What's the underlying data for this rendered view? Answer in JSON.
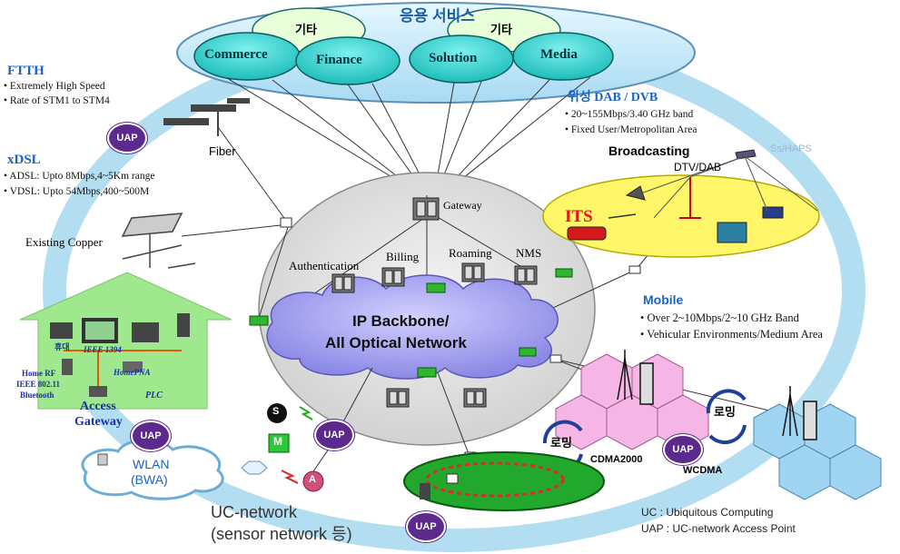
{
  "services": {
    "title": "응용 서비스",
    "items": [
      "Commerce",
      "Finance",
      "Solution",
      "Media"
    ],
    "etc_left": "기타",
    "etc_right": "기타"
  },
  "ftth": {
    "title": "FTTH",
    "bullets": [
      "• Extremely High Speed",
      "• Rate of STM1 to STM4"
    ]
  },
  "xdsl": {
    "title": "xDSL",
    "bullets": [
      "• ADSL: Upto 8Mbps,4~5Km range",
      "• VDSL: Upto 54Mbps,400~500M"
    ]
  },
  "fiber_label": "Fiber",
  "copper_label": "Existing Copper",
  "dab": {
    "title": "위성 DAB / DVB",
    "bullets": [
      "• 20~155Mbps/3.40 GHz band",
      "• Fixed User/Metropolitan Area"
    ],
    "broadcasting": "Broadcasting",
    "haps": "Ss/HAPS",
    "dtv": "DTV/DAB",
    "its": "ITS"
  },
  "core": {
    "gateway": "Gateway",
    "authentication": "Authentication",
    "billing": "Billing",
    "roaming": "Roaming",
    "nms": "NMS",
    "backbone_line1": "IP Backbone/",
    "backbone_line2": "All Optical Network"
  },
  "mobile": {
    "title": "Mobile",
    "bullets": [
      "• Over 2~10Mbps/2~10 GHz Band",
      "• Vehicular Environments/Medium Area"
    ],
    "cdma": "CDMA2000",
    "wcdma": "WCDMA",
    "roaming_kr": "로밍"
  },
  "home": {
    "home_rf": "Home RF",
    "ieee80211": "IEEE 802.11",
    "bluetooth": "Bluetooth",
    "ieee1394": "IEEE 1394",
    "homepna": "HomePNA",
    "plc": "PLC",
    "kr_label": "휴대",
    "access_gateway_1": "Access",
    "access_gateway_2": "Gateway"
  },
  "wlan": {
    "line1": "WLAN",
    "line2": "(BWA)"
  },
  "sensor": {
    "s": "S",
    "m": "M",
    "a": "A"
  },
  "uap_label": "UAP",
  "uc_network": {
    "line1": "UC-network",
    "line2": "(sensor network 등)"
  },
  "legend": {
    "uc": "UC : Ubiquitous Computing",
    "uap": "UAP : UC-network Access Point"
  },
  "colors": {
    "ring": "#a9daf0",
    "service_fill": "#2ec7c7",
    "cloud": "#a9a8f0",
    "home": "#9fe88d",
    "its_field": "#fff66a",
    "hex_pink": "#f5b6e6",
    "hex_blue": "#9fd5f2",
    "uap": "#5b2a8c",
    "green_field": "#22a82c"
  }
}
